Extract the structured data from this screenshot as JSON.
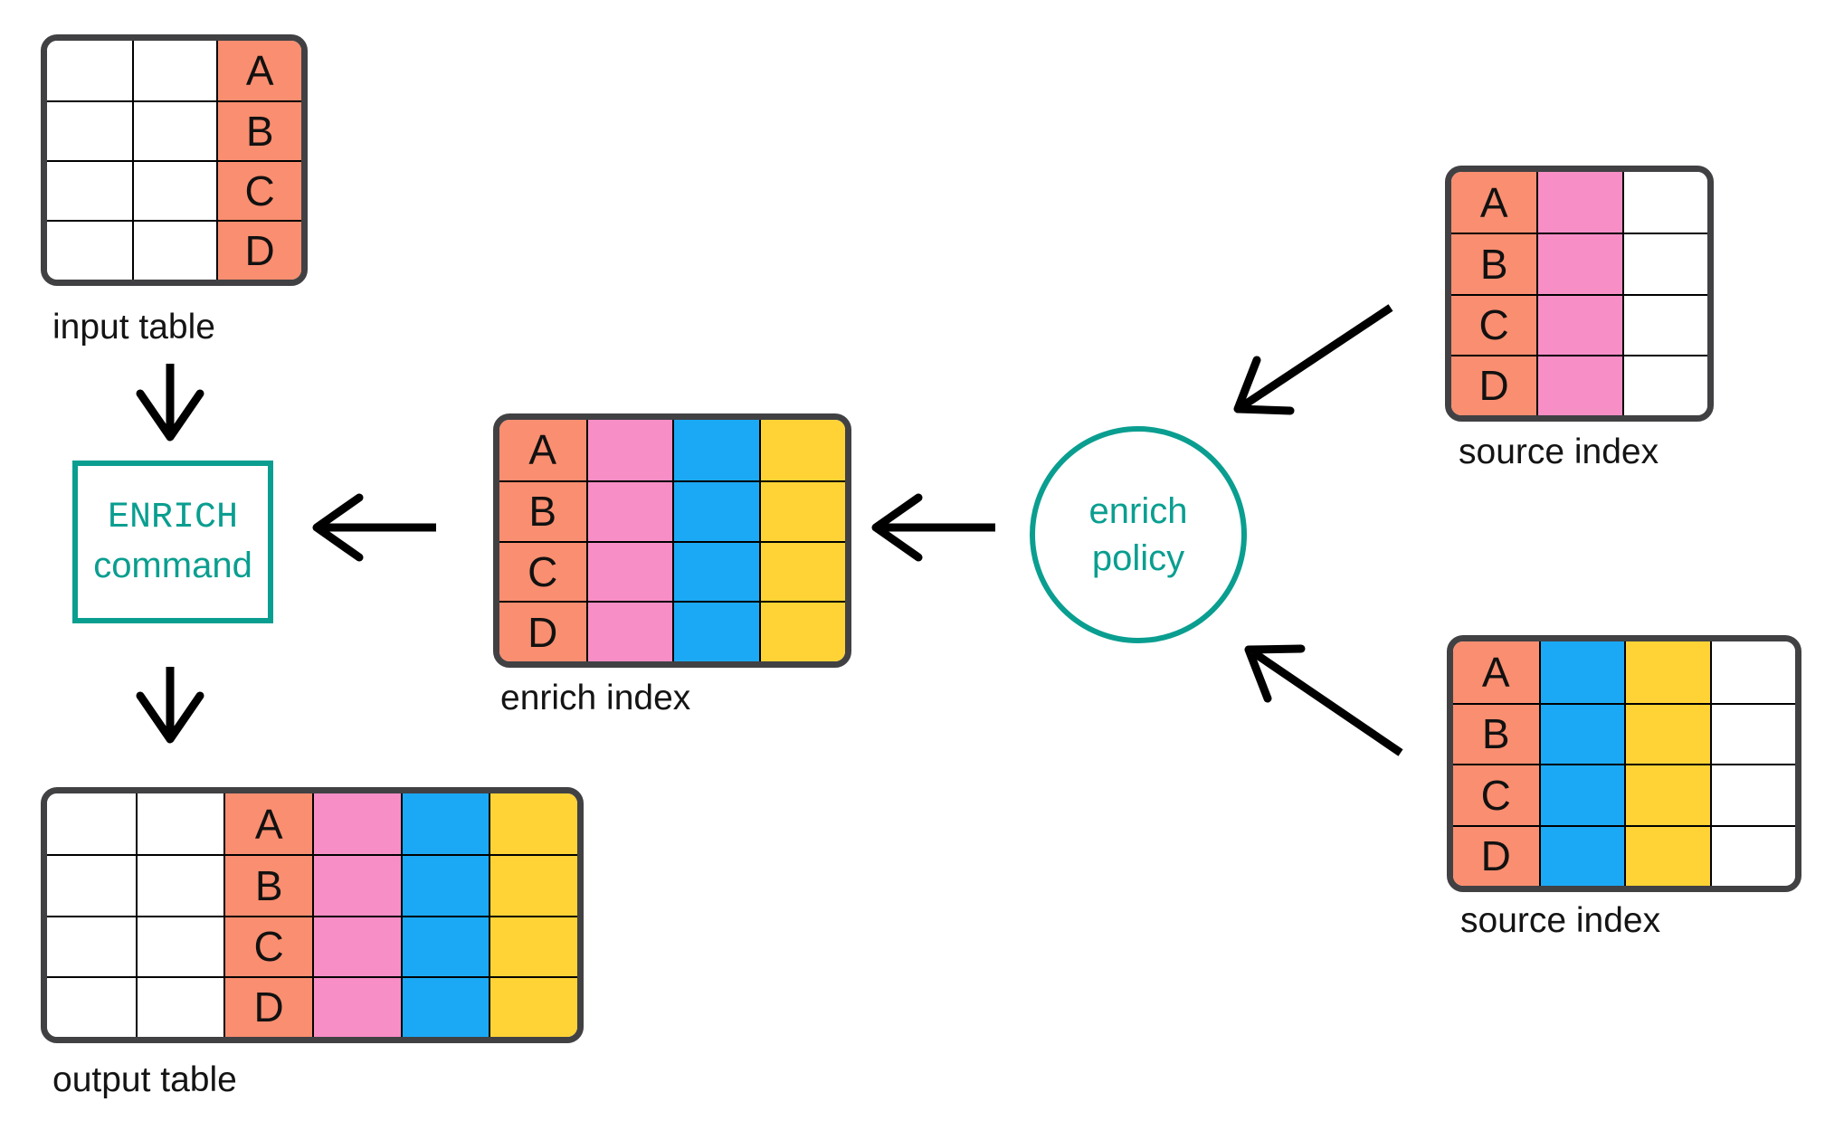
{
  "colors": {
    "salmon": "#FA8E70",
    "pink": "#F88EC6",
    "blue": "#1BA9F5",
    "yellow": "#FFD335",
    "teal": "#0A9E90",
    "border": "#414144",
    "ink": "#141414",
    "arrow": "#000000"
  },
  "rows": [
    "A",
    "B",
    "C",
    "D"
  ],
  "tables": [
    {
      "id": "input-table",
      "label": "input table",
      "columns": [
        "plain",
        "plain",
        "key"
      ]
    },
    {
      "id": "enrich-index",
      "label": "enrich index",
      "columns": [
        "key",
        "pink",
        "blue",
        "yellow"
      ]
    },
    {
      "id": "source-index-top",
      "label": "source index",
      "columns": [
        "key",
        "pink",
        "plain"
      ]
    },
    {
      "id": "source-index-bottom",
      "label": "source index",
      "columns": [
        "key",
        "blue",
        "yellow",
        "plain"
      ]
    },
    {
      "id": "output-table",
      "label": "output table",
      "columns": [
        "plain",
        "plain",
        "key",
        "pink",
        "blue",
        "yellow"
      ]
    }
  ],
  "nodes": {
    "enrich_command": {
      "line1": "ENRICH",
      "line2": "command"
    },
    "enrich_policy": {
      "line1": "enrich",
      "line2": "policy"
    }
  }
}
